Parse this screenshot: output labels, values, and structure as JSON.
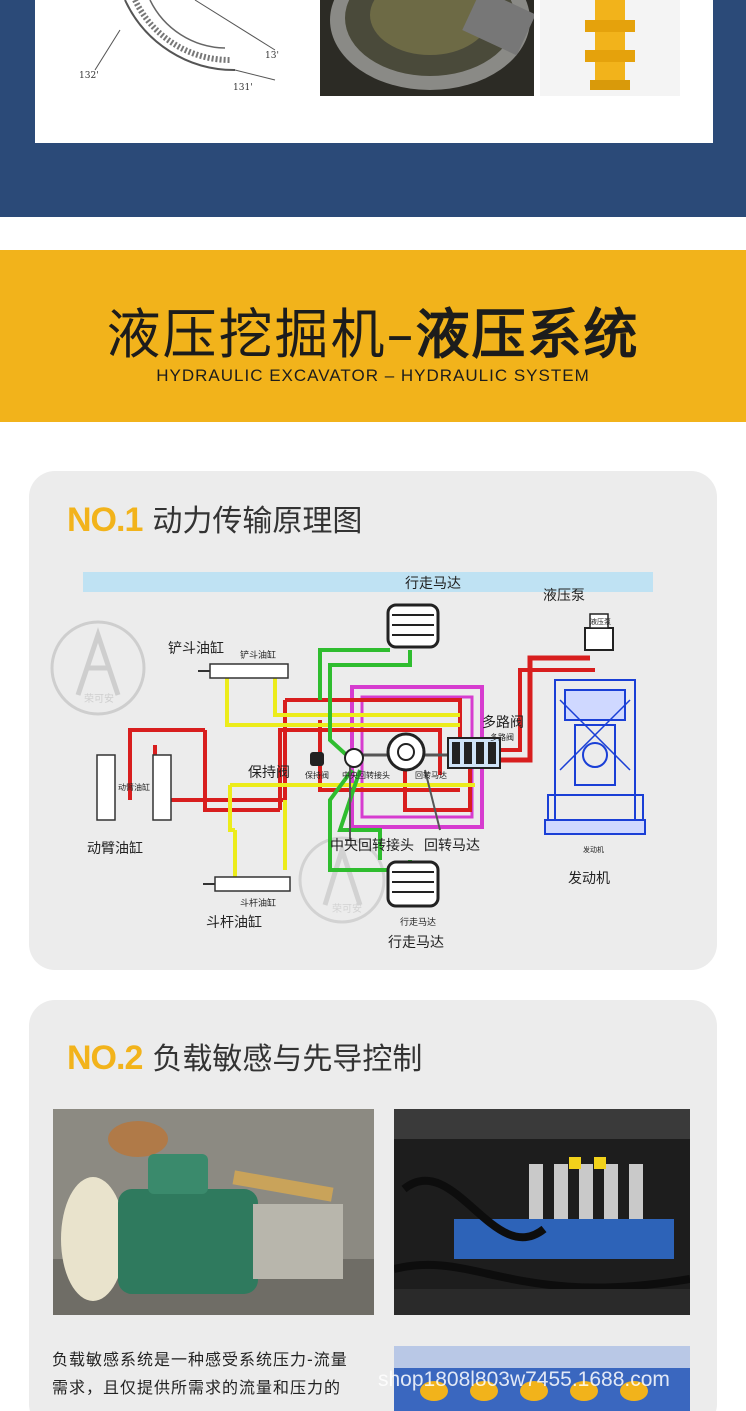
{
  "banner": {
    "title_light": "液压挖掘机",
    "title_dash": "–",
    "title_bold": "液压系统",
    "subtitle": "HYDRAULIC EXCAVATOR – HYDRAULIC SYSTEM"
  },
  "top_figure": {
    "labels": [
      "132'",
      "13'",
      "131'"
    ]
  },
  "section1": {
    "no": "NO.1",
    "title": "动力传输原理图",
    "labels": {
      "travel_motor_top": "行走马达",
      "hydraulic_pump": "液压泵",
      "pump_small": "液压泵",
      "bucket_cylinder": "铲斗油缸",
      "bucket_cylinder_small": "铲斗油缸",
      "boom_cylinder": "动臂油缸",
      "boom_cylinder_small": "动臂油缸",
      "holding_valve": "保持阀",
      "holding_valve_small": "保持阀",
      "multi_valve": "多路阀",
      "multi_valve_small": "多路阀",
      "center_joint_small": "中央回转接头",
      "swing_motor_small": "回转马达",
      "center_joint": "中央回转接头",
      "swing_motor": "回转马达",
      "engine": "发动机",
      "engine_small": "发动机",
      "arm_cylinder": "斗杆油缸",
      "arm_cylinder_small": "斗杆油缸",
      "travel_motor_bottom_small": "行走马达",
      "travel_motor_bottom": "行走马达",
      "logo_text": "荣可安"
    }
  },
  "section2": {
    "no": "NO.2",
    "title": "负载敏感与先导控制",
    "text_lines": [
      "负载敏感系统是一种感受系统压力-流量",
      "需求，且仅提供所需求的流量和压力的"
    ]
  },
  "watermark": "shop1808l803w7455.1688.com"
}
